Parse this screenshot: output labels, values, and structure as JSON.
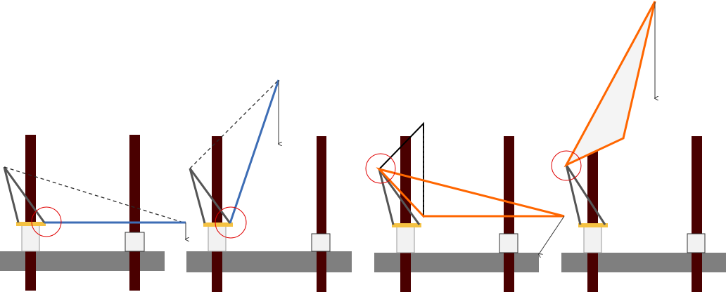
{
  "diagram": {
    "panels": [
      {
        "id": "panel-1",
        "boom_color": "#3d6db5",
        "highlight": "pivot-circle"
      },
      {
        "id": "panel-2",
        "boom_color": "#3d6db5",
        "highlight": "pivot-circle"
      },
      {
        "id": "panel-3",
        "boom_color": "#ff6600",
        "highlight": "pivot-circle"
      },
      {
        "id": "panel-4",
        "boom_color": "#ff6600",
        "highlight": "pivot-circle"
      }
    ],
    "colors": {
      "pile": "#4a0000",
      "deck": "#7f7f7f",
      "collar": "#f5c242",
      "support_block": "#f2f2f2",
      "strut": "#555555",
      "frame": "#000000",
      "highlight_circle": "#e00000",
      "triangle_fill": "#f4f4f4"
    }
  }
}
